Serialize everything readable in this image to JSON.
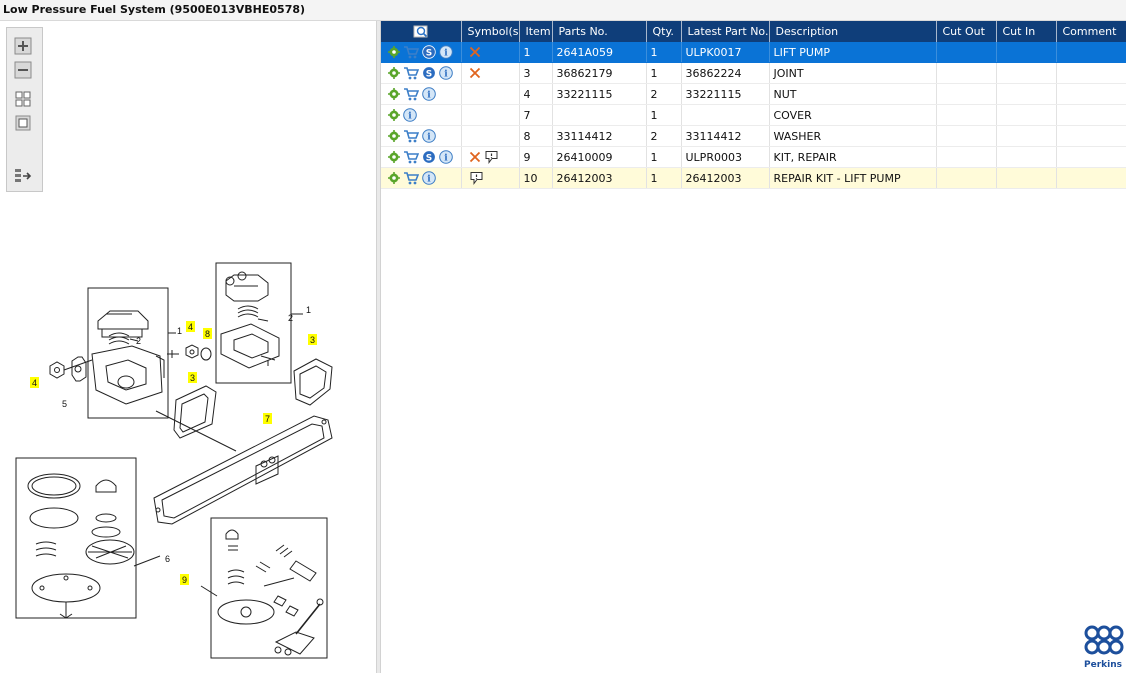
{
  "window": {
    "title": "Low Pressure Fuel System (9500E013VBHE0578)"
  },
  "toolbar": {
    "items": [
      {
        "name": "zoom-in-icon"
      },
      {
        "name": "zoom-out-icon"
      },
      {
        "name": "fit-grid-icon"
      },
      {
        "name": "actual-size-icon"
      },
      {
        "name": "export-icon"
      }
    ]
  },
  "table": {
    "columns": [
      "Symbol(s)",
      "Item",
      "Parts No.",
      "Qty.",
      "Latest Part No.",
      "Description",
      "Cut Out",
      "Cut In",
      "Comment"
    ],
    "rows": [
      {
        "icons": [
          "settings",
          "cart",
          "s",
          "info"
        ],
        "symbols": [
          "cross"
        ],
        "item": "1",
        "part_no": "2641A059",
        "qty": "1",
        "latest": "ULPK0017",
        "description": "LIFT PUMP",
        "cut_out": "",
        "cut_in": "",
        "comment": "",
        "state": "selected"
      },
      {
        "icons": [
          "settings",
          "cart",
          "s",
          "info"
        ],
        "symbols": [
          "cross"
        ],
        "item": "3",
        "part_no": "36862179",
        "qty": "1",
        "latest": "36862224",
        "description": "JOINT",
        "cut_out": "",
        "cut_in": "",
        "comment": "",
        "state": ""
      },
      {
        "icons": [
          "settings",
          "cart",
          "info"
        ],
        "symbols": [],
        "item": "4",
        "part_no": "33221115",
        "qty": "2",
        "latest": "33221115",
        "description": "NUT",
        "cut_out": "",
        "cut_in": "",
        "comment": "",
        "state": ""
      },
      {
        "icons": [
          "settings",
          "info"
        ],
        "symbols": [],
        "item": "7",
        "part_no": "",
        "qty": "1",
        "latest": "",
        "description": "COVER",
        "cut_out": "",
        "cut_in": "",
        "comment": "",
        "state": ""
      },
      {
        "icons": [
          "settings",
          "cart",
          "info"
        ],
        "symbols": [],
        "item": "8",
        "part_no": "33114412",
        "qty": "2",
        "latest": "33114412",
        "description": "WASHER",
        "cut_out": "",
        "cut_in": "",
        "comment": "",
        "state": ""
      },
      {
        "icons": [
          "settings",
          "cart",
          "s",
          "info"
        ],
        "symbols": [
          "cross",
          "comment"
        ],
        "item": "9",
        "part_no": "26410009",
        "qty": "1",
        "latest": "ULPR0003",
        "description": "KIT, REPAIR",
        "cut_out": "",
        "cut_in": "",
        "comment": "",
        "state": ""
      },
      {
        "icons": [
          "settings",
          "cart",
          "info"
        ],
        "symbols": [
          "comment"
        ],
        "item": "10",
        "part_no": "26412003",
        "qty": "1",
        "latest": "26412003",
        "description": "REPAIR KIT - LIFT PUMP",
        "cut_out": "",
        "cut_in": "",
        "comment": "",
        "state": "highlight"
      }
    ]
  },
  "diagram": {
    "labels": [
      "1",
      "2",
      "4",
      "8",
      "1",
      "2",
      "3",
      "3",
      "4",
      "5",
      "7",
      "6",
      "9"
    ]
  },
  "brand": {
    "name": "Perkins",
    "color": "#1d4f9c"
  },
  "colors": {
    "header": "#0f3e7a",
    "selected": "#0a73d6",
    "highlight": "#fffbd9",
    "callout": "#ffff00"
  }
}
